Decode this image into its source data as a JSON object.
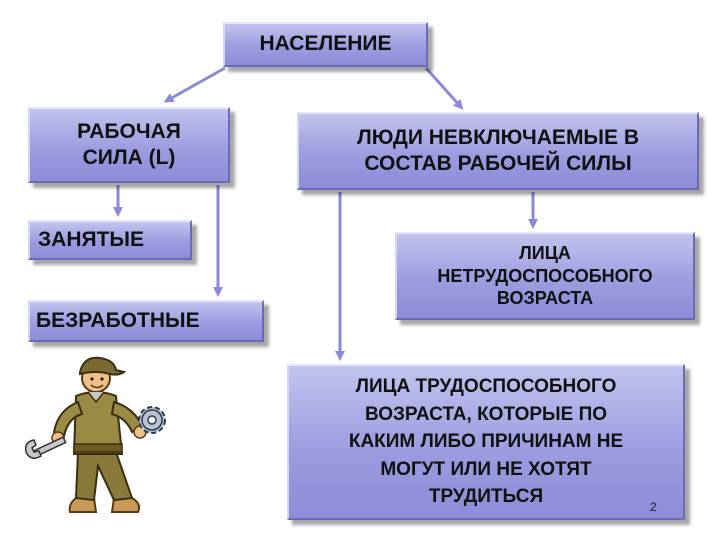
{
  "nodes": {
    "population": "НАСЕЛЕНИЕ",
    "labor_force": [
      "РАБОЧАЯ",
      "СИЛА (L)"
    ],
    "not_in_labor_force": [
      "ЛЮДИ НЕВКЛЮЧАЕМЫЕ В",
      "СОСТАВ РАБОЧЕЙ СИЛЫ"
    ],
    "employed": "ЗАНЯТЫЕ",
    "unemployed": "БЕЗРАБОТНЫЕ",
    "non_working_age": [
      "ЛИЦА",
      "НЕТРУДОСПОСОБНОГО",
      "ВОЗРАСТА"
    ],
    "working_age_not_working": [
      "ЛИЦА ТРУДОСПОСОБНОГО",
      "ВОЗРАСТА, КОТОРЫЕ ПО",
      "КАКИМ ЛИБО ПРИЧИНАМ НЕ",
      "МОГУТ ИЛИ НЕ ХОТЯТ",
      "ТРУДИТЬСЯ"
    ]
  },
  "page_number": "2",
  "colors": {
    "box_fill": "#9c9ce0",
    "arrow": "#8a8ad6"
  },
  "illustration": "worker-with-wrench-and-gear"
}
